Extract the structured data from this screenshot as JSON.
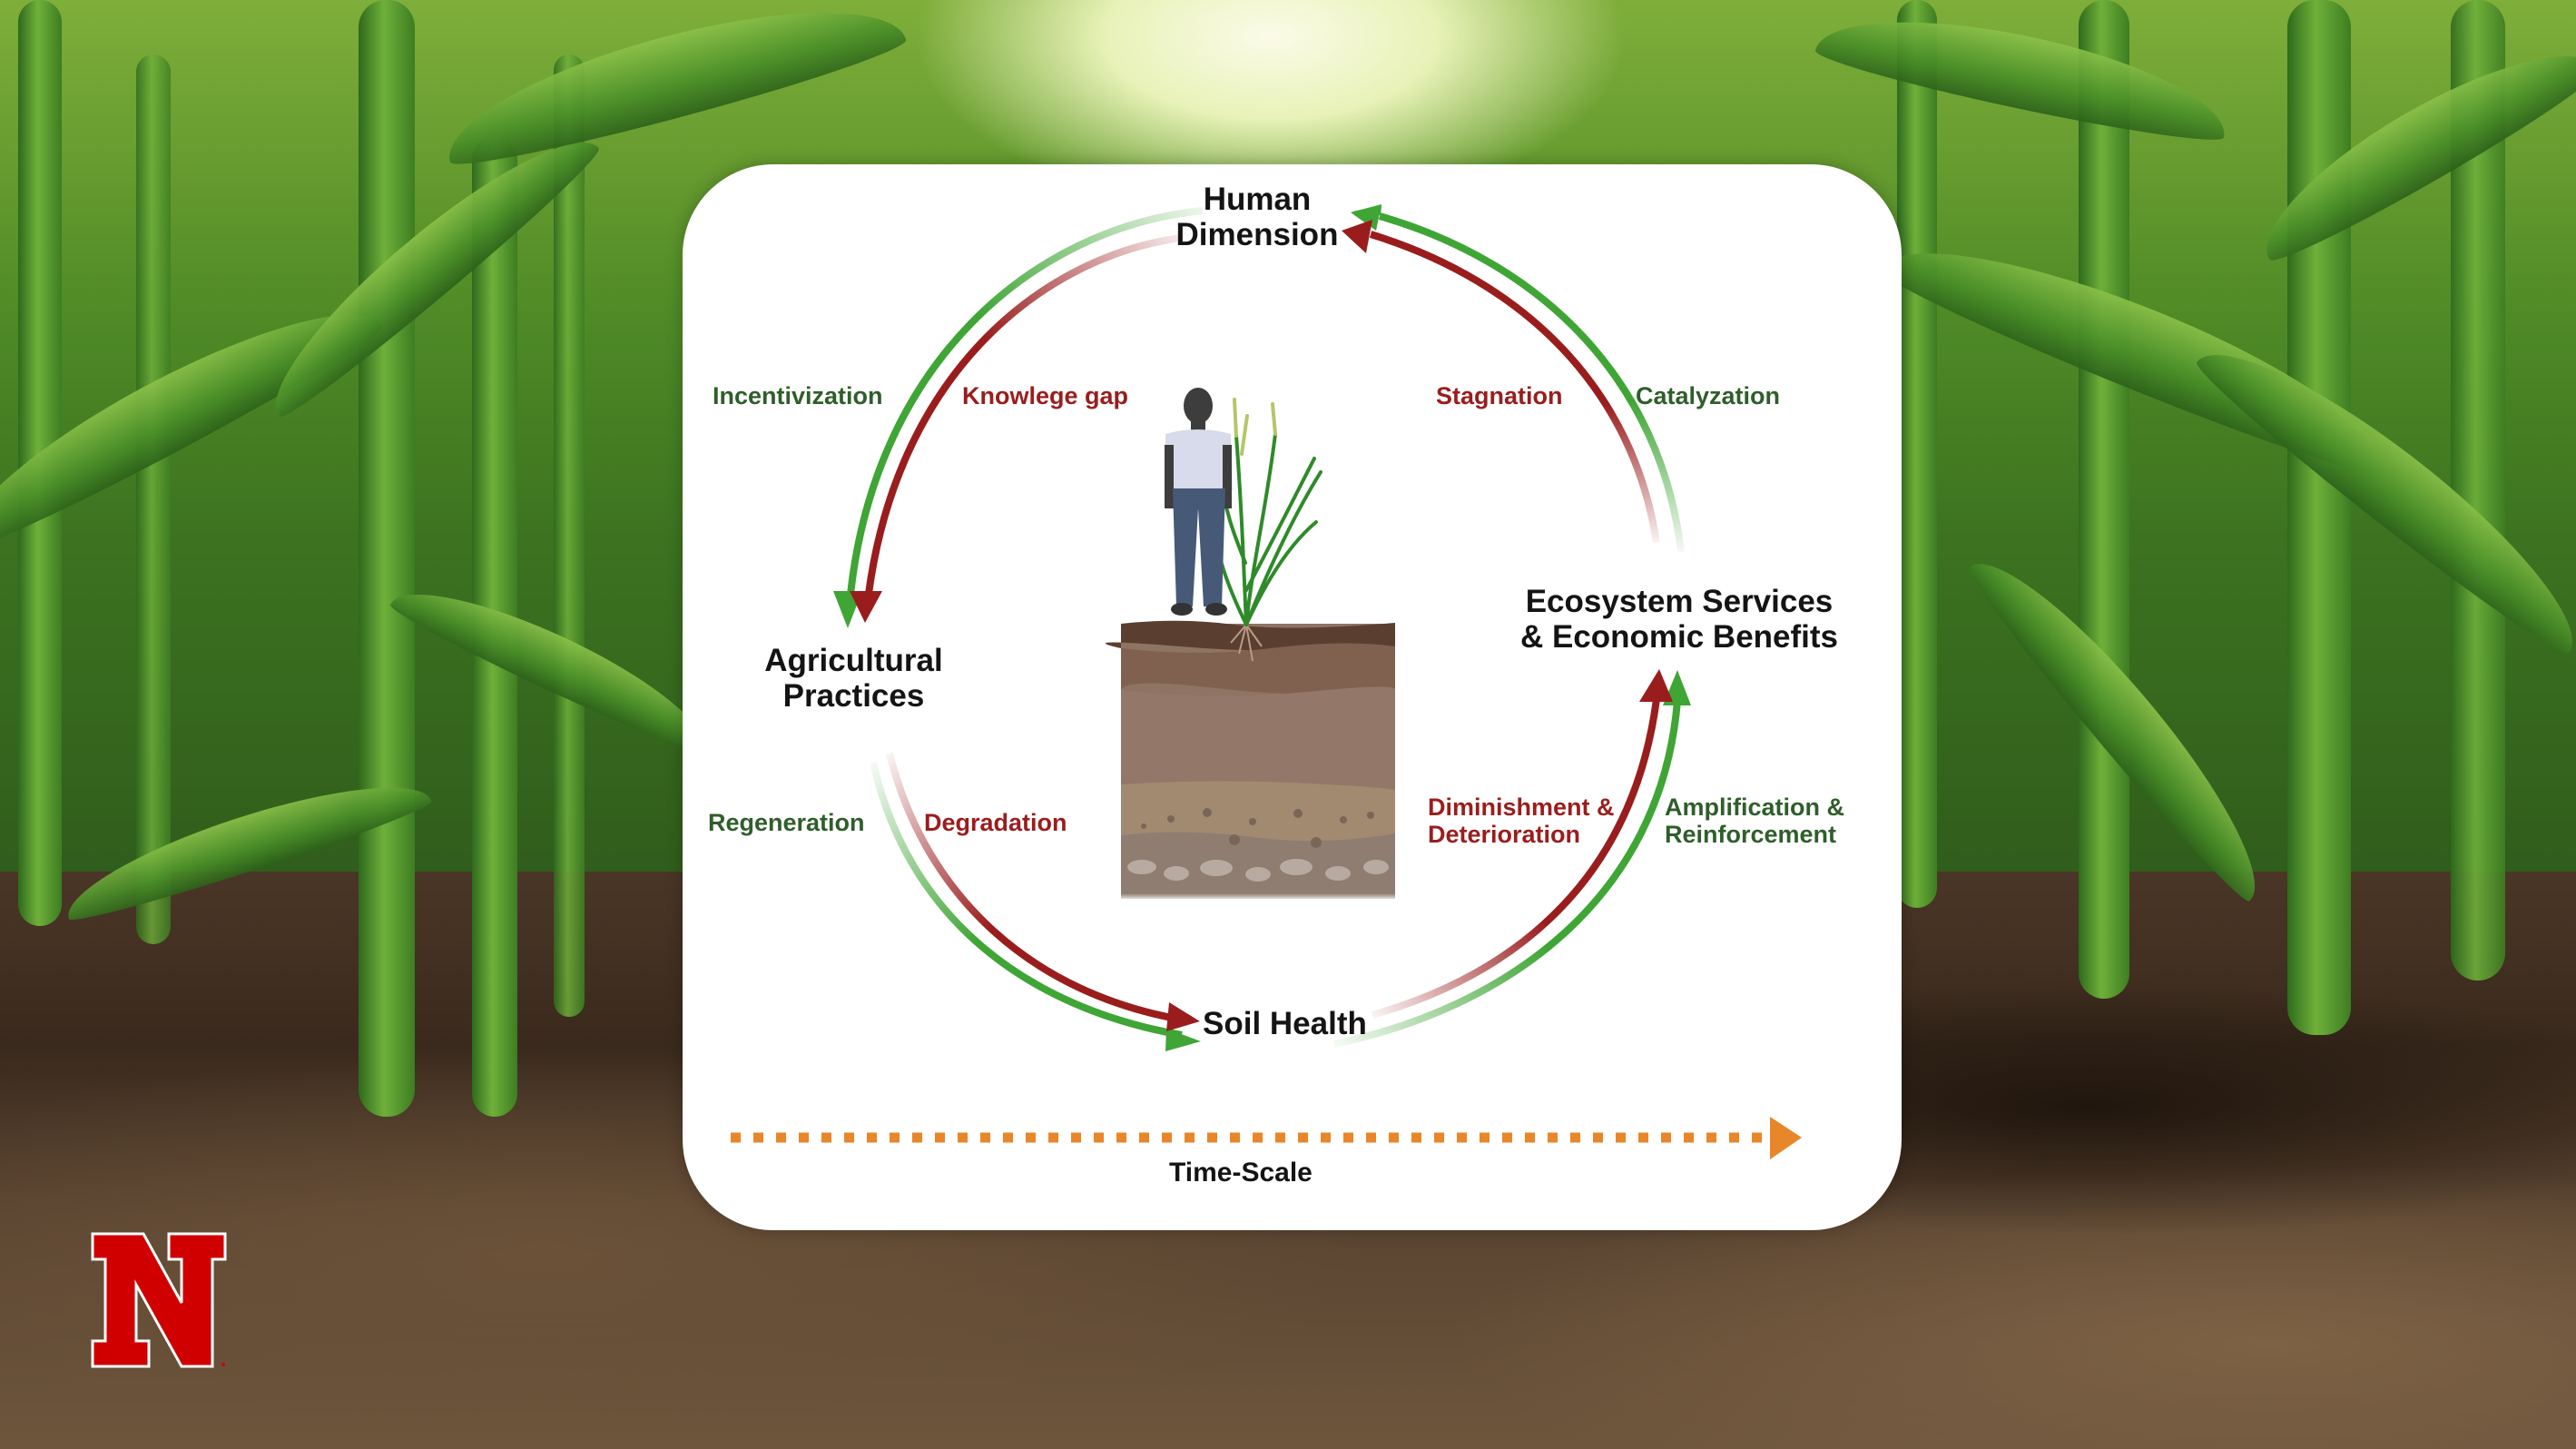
{
  "diagram": {
    "nodes": {
      "human_dimension": [
        "Human",
        "Dimension"
      ],
      "agricultural_practices": [
        "Agricultural",
        "Practices"
      ],
      "soil_health": "Soil Health",
      "ecosystem_services": [
        "Ecosystem Services",
        "& Economic Benefits"
      ]
    },
    "edges": {
      "human_to_agri": {
        "positive": "Incentivization",
        "negative": "Knowlege gap"
      },
      "agri_to_soil": {
        "positive": "Regeneration",
        "negative": "Degradation"
      },
      "soil_to_eco": {
        "positive": [
          "Amplification &",
          "Reinforcement"
        ],
        "negative": [
          "Diminishment &",
          "Deterioration"
        ]
      },
      "eco_to_human": {
        "positive": "Catalyzation",
        "negative": "Stagnation"
      }
    },
    "time_axis_label": "Time-Scale"
  },
  "colors": {
    "positive_arrow": "#3fa535",
    "negative_arrow": "#9a1d1d",
    "positive_text": "#2f5e2a",
    "negative_text": "#9a1d1d",
    "time_arrow": "#e8862a",
    "logo_red": "#d00000"
  },
  "icons": {
    "center_illustration": "person-standing-on-soil-profile-icon",
    "logo": "nebraska-n-logo-icon"
  }
}
